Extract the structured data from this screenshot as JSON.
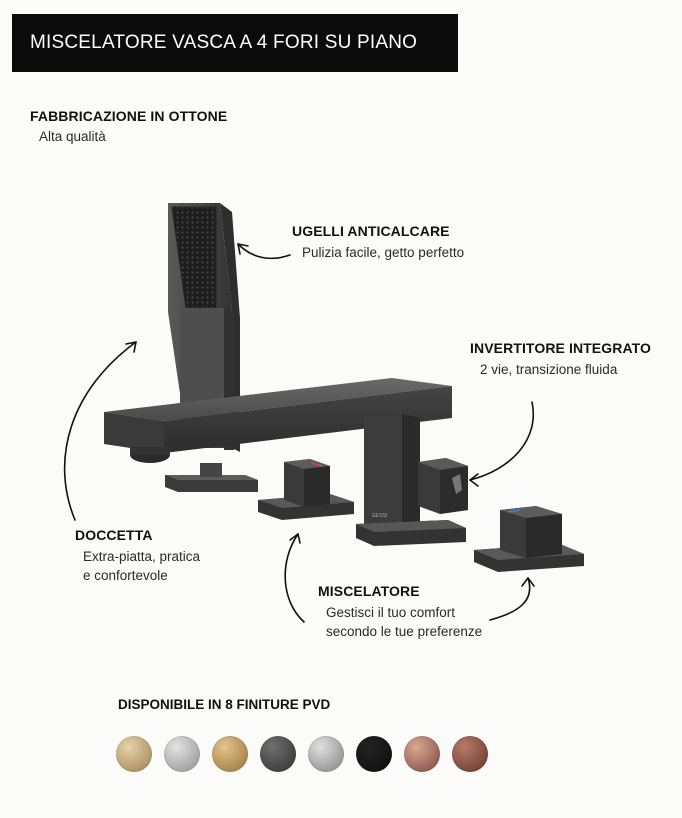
{
  "banner": {
    "title": "MISCELATORE VASCA A 4 FORI SU PIANO"
  },
  "features": {
    "fabbricazione": {
      "title": "FABBRICAZIONE IN OTTONE",
      "desc": "Alta qualità"
    },
    "ugelli": {
      "title": "UGELLI ANTICALCARE",
      "desc": "Pulizia facile, getto perfetto"
    },
    "invertitore": {
      "title": "INVERTITORE INTEGRATO",
      "desc": "2 vie, transizione fluida"
    },
    "doccetta": {
      "title": "DOCCETTA",
      "desc_lines": [
        "Extra-piatta, pratica",
        "e confortevole"
      ]
    },
    "miscelatore": {
      "title": "MISCELATORE",
      "desc_lines": [
        "Gestisci il tuo comfort",
        "secondo le tue preferenze"
      ]
    }
  },
  "finishes": {
    "title": "DISPONIBILE IN 8 FINITURE PVD",
    "swatches": [
      {
        "name": "brushed-brass",
        "c1": "#e6d2aa",
        "c2": "#a88b5c"
      },
      {
        "name": "brushed-steel",
        "c1": "#e3e3e3",
        "c2": "#9a9a9a"
      },
      {
        "name": "brushed-gold",
        "c1": "#e3c489",
        "c2": "#a07d45"
      },
      {
        "name": "gunmetal",
        "c1": "#6e6e6e",
        "c2": "#3a3a3a"
      },
      {
        "name": "chrome",
        "c1": "#e0e0e0",
        "c2": "#8e8e8e"
      },
      {
        "name": "matt-black",
        "c1": "#232323",
        "c2": "#0f0f0f"
      },
      {
        "name": "rose-gold",
        "c1": "#d9a793",
        "c2": "#8a5447"
      },
      {
        "name": "copper",
        "c1": "#b67b69",
        "c2": "#6e3e33"
      }
    ]
  },
  "product": {
    "brand_mark": "GESSI"
  }
}
